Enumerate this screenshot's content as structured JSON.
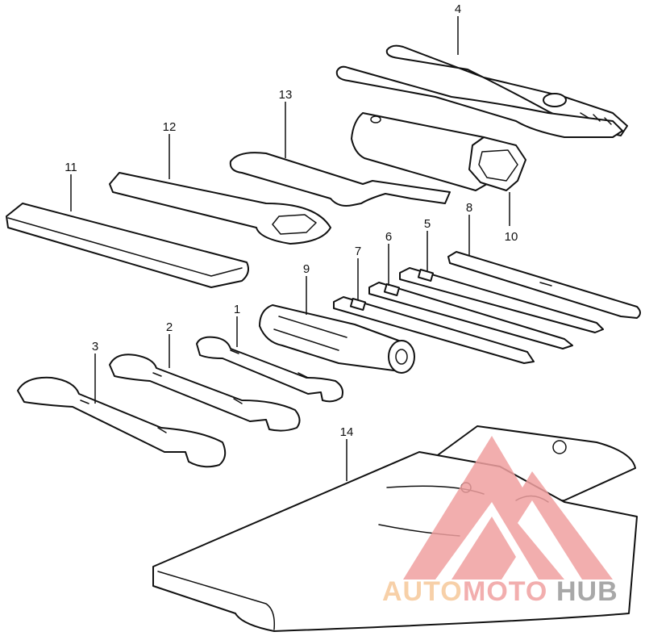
{
  "diagram": {
    "callouts": {
      "c1": "1",
      "c2": "2",
      "c3": "3",
      "c4": "4",
      "c5": "5",
      "c6": "6",
      "c7": "7",
      "c8": "8",
      "c9": "9",
      "c10": "10",
      "c11": "11",
      "c12": "12",
      "c13": "13",
      "c14": "14"
    }
  },
  "watermark": {
    "brand_part1": "AUTO",
    "brand_part2": "MOTO",
    "brand_part3": "HUB",
    "color_yellow": "#f6c89a",
    "color_red": "#f0a0a0",
    "color_dark": "#9a9a9a"
  }
}
